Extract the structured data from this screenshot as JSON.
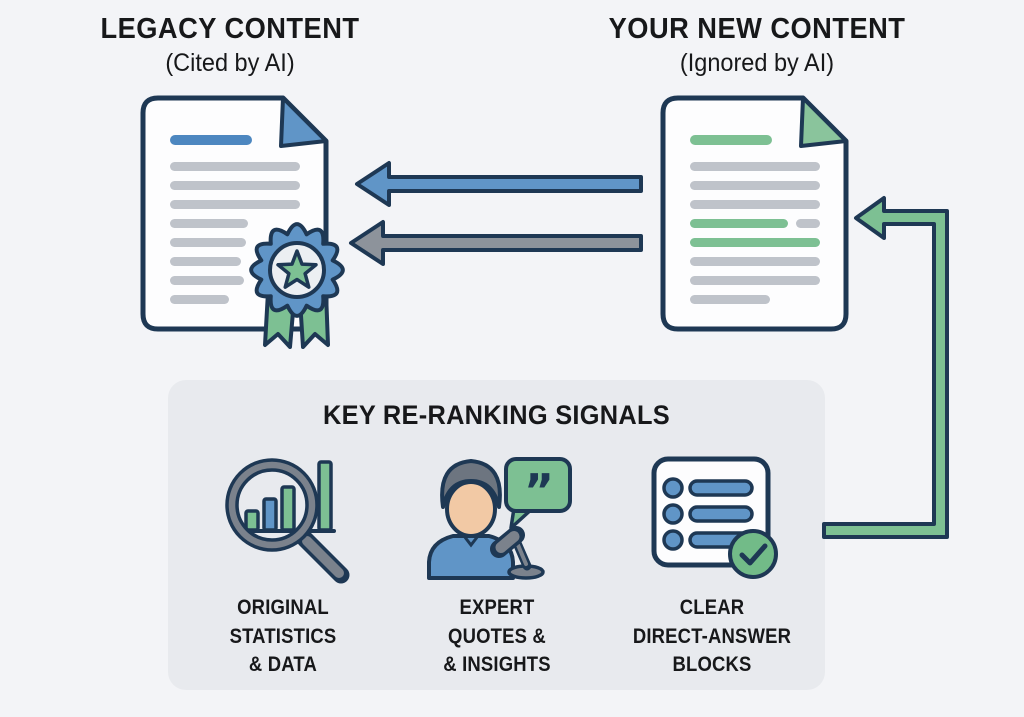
{
  "colors": {
    "page-bg": "#f3f4f7",
    "ink": "#17181a",
    "navy": "#1e3854",
    "blue": "#6095c7",
    "blue-dark": "#4d87c0",
    "green": "#7dc093",
    "green-light": "#8ac49c",
    "gray-line": "#bfc3ca",
    "gray-arrow": "#8d939b",
    "gray-steel": "#7b828c",
    "hair": "#6d7580",
    "skin": "#f2c9a5",
    "box-bg": "#e8eaee",
    "paper": "#fdfdfe",
    "badge-inner": "#eceff2",
    "check-green": "#72bb88"
  },
  "header_left": {
    "title": "LEGACY CONTENT",
    "subtitle": "(Cited by AI)"
  },
  "header_right": {
    "title": "YOUR NEW CONTENT",
    "subtitle": "(Ignored by AI)"
  },
  "signals": {
    "title": "KEY RE-RANKING SIGNALS",
    "items": [
      {
        "icon": "statistics-magnifier-icon",
        "label": "ORIGINAL\nSTATISTICS\n& DATA"
      },
      {
        "icon": "expert-speaker-icon",
        "label": "EXPERT\nQUOTES &\n& INSIGHTS"
      },
      {
        "icon": "direct-answer-checklist-icon",
        "label": "CLEAR\nDIRECT-ANSWER\nBLOCKS"
      }
    ]
  },
  "icons": {
    "quote_glyph": "”"
  }
}
